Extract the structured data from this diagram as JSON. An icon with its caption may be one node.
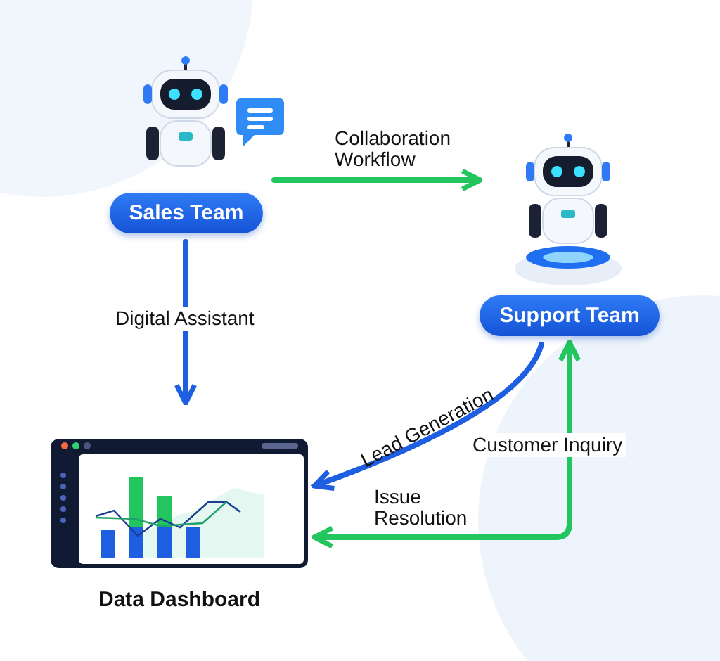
{
  "diagram": {
    "nodes": [
      {
        "text": [
          "Sales Team"
        ]
      },
      {
        "text": [
          "Support Team"
        ]
      },
      {
        "text": [
          "Data Dashboard"
        ]
      }
    ],
    "edges": [
      {
        "from": 0,
        "to": 1,
        "arrow": "to",
        "label": "Collaboration Workflow",
        "color": "#22c55e"
      },
      {
        "from": 0,
        "to": 2,
        "arrow": "to",
        "label": "Digital Assistant",
        "color": "#1d5fe0"
      },
      {
        "from": 1,
        "to": 2,
        "arrow": "to",
        "label": "Lead Generation",
        "color": "#1d5fe0"
      },
      {
        "from": 2,
        "to": 1,
        "arrow": "both",
        "label": "Customer Inquiry",
        "color": "#22c55e"
      }
    ],
    "labels": [
      "Issue Resolution"
    ]
  }
}
